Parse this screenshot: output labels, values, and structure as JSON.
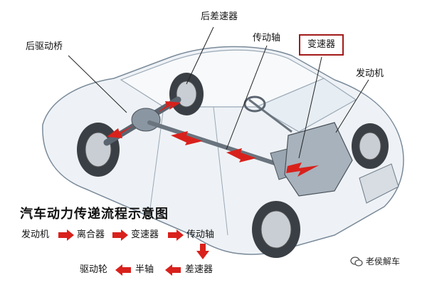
{
  "labels": {
    "rear_differential": "后差速器",
    "rear_drive_axle": "后驱动桥",
    "drive_shaft": "传动轴",
    "transmission": "变速器",
    "engine": "发动机"
  },
  "flow": {
    "title": "汽车动力传递流程示意图",
    "row1": [
      "发动机",
      "离合器",
      "变速器",
      "传动轴"
    ],
    "row2": [
      "驱动轮",
      "半轴",
      "差速器"
    ]
  },
  "watermark": {
    "text": "老侯解车",
    "icon": "wechat-bubble-icon"
  },
  "colors": {
    "arrow_red": "#d9211c",
    "highlight_border": "#a31a1a",
    "outline": "#7a8a99"
  }
}
